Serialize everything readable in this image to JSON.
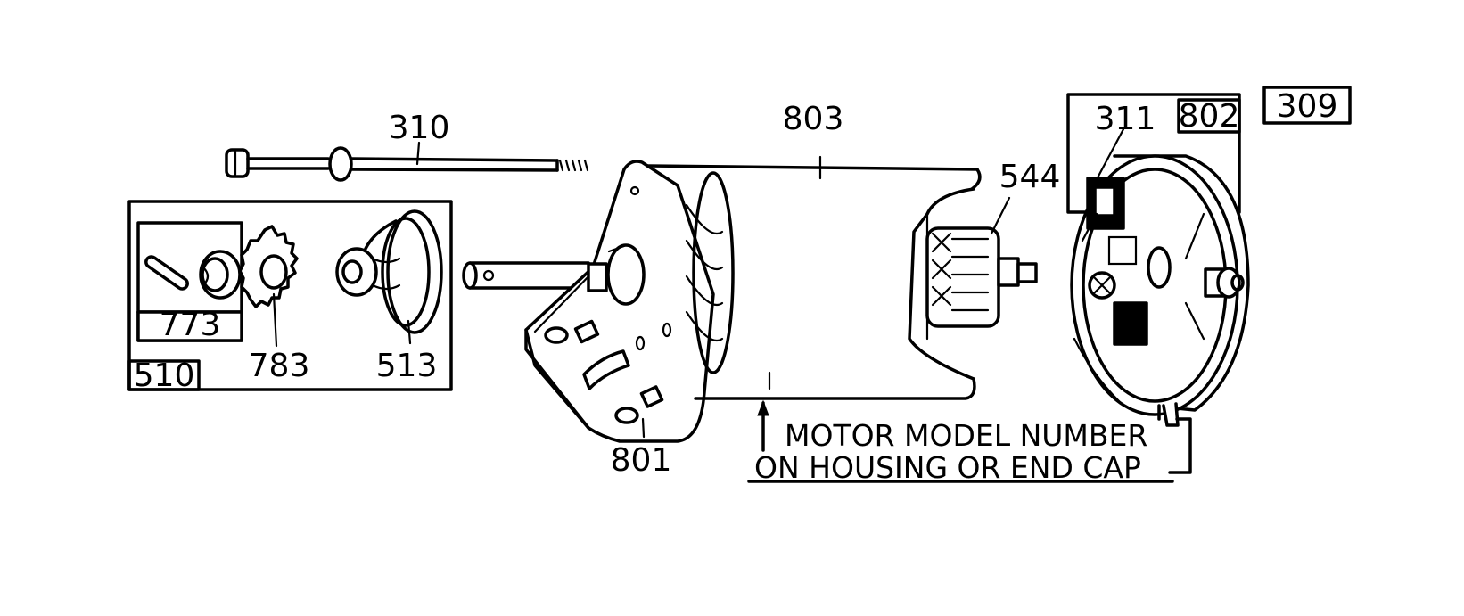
{
  "diagram": {
    "part_labels": {
      "p310": "310",
      "p803": "803",
      "p544": "544",
      "p311": "311",
      "p802": "802",
      "p309": "309",
      "p773": "773",
      "p783": "783",
      "p513": "513",
      "p510": "510",
      "p801": "801"
    },
    "note": {
      "line1": "MOTOR MODEL NUMBER",
      "line2": "ON HOUSING OR END CAP"
    }
  }
}
